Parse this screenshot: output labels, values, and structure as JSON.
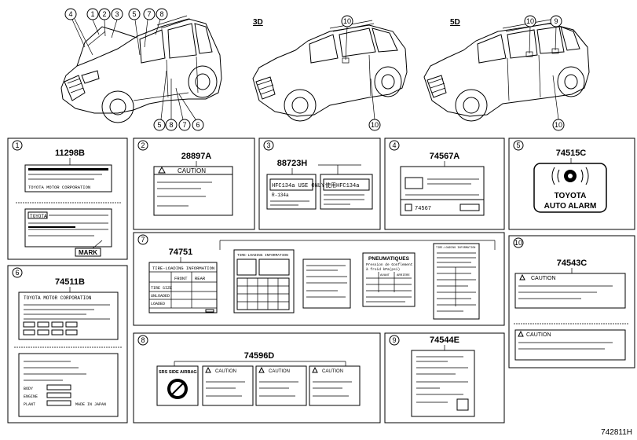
{
  "views": {
    "door3_label": "3D",
    "door5_label": "5D",
    "callouts_main_top": [
      "4",
      "1",
      "2",
      "3",
      "5",
      "7",
      "8"
    ],
    "callouts_main_bottom": [
      "5",
      "8",
      "7",
      "6"
    ],
    "callout_10": "10",
    "callout_9": "9"
  },
  "panels": {
    "p1": {
      "index": "1",
      "part": "11298B",
      "line1": "TOYOTA MOTOR CORPORATION",
      "line2": "TOYOTA",
      "mark": "MARK"
    },
    "p2": {
      "index": "2",
      "part": "28897A",
      "caution": "CAUTION"
    },
    "p3": {
      "index": "3",
      "part": "88723H",
      "label_a": "HFC134a USE ONLY",
      "label_a_sub": "R-134a",
      "label_b": "使用HFC134a"
    },
    "p4": {
      "index": "4",
      "part": "74567A",
      "code": "74567"
    },
    "p5": {
      "index": "5",
      "part": "74515C",
      "line1": "TOYOTA",
      "line2": "AUTO ALARM"
    },
    "p6": {
      "index": "6",
      "part": "74511B",
      "header": "TOYOTA MOTOR CORPORATION",
      "bottom1": "BODY",
      "bottom2": "ENGINE",
      "bottom3": "PLANT",
      "bottom4": "MADE IN JAPAN"
    },
    "p7": {
      "index": "7",
      "part": "74751",
      "tire_title": "TIRE-LOADING INFORMATION",
      "col_front": "FRONT",
      "col_rear": "REAR",
      "row1": "TIRE SIZE",
      "row2": "UNLOADED",
      "row3": "LOADED",
      "label2_title": "TIRE-LOADING INFORMATION",
      "label4_title": "PNEUMATIQUES",
      "label4_line1": "Pression de Gonflement",
      "label4_line2": "à froid kPa(psi)",
      "label4_col1": "AVANT",
      "label4_col2": "ARRIÈRE",
      "label5_title": "TIRE-LOADING INFORMATION"
    },
    "p8": {
      "index": "8",
      "part": "74596D",
      "airbag": "SRS SIDE AIRBAG",
      "caution1": "CAUTION",
      "caution2": "CAUTION",
      "caution3": "CAUTION"
    },
    "p9": {
      "index": "9",
      "part": "74544E"
    },
    "p10": {
      "index": "10",
      "part": "74543C",
      "caution1": "CAUTION",
      "caution2": "CAUTION"
    }
  },
  "footer": {
    "code": "742811H"
  }
}
